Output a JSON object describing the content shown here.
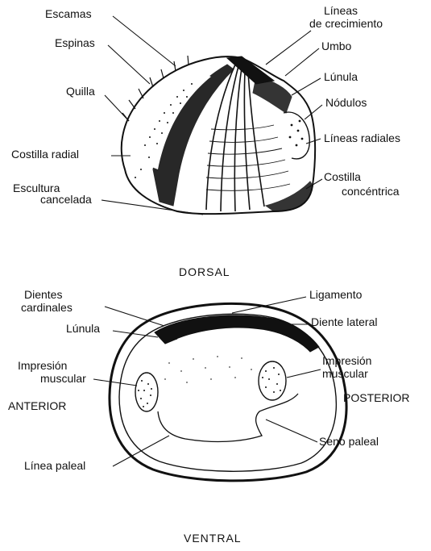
{
  "labels": {
    "escamas": "Escamas",
    "lineas_de": "Líneas",
    "lineas_crec": "de crecimiento",
    "espinas": "Espinas",
    "umbo": "Umbo",
    "quilla": "Quilla",
    "lunula_top": "Lúnula",
    "nodulos": "Nódulos",
    "lineas_radiales": "Líneas radiales",
    "costilla_radial": "Costilla radial",
    "escultura": "Escultura",
    "cancelada": "cancelada",
    "costilla": "Costilla",
    "concentrica": "concéntrica",
    "dorsal": "DORSAL",
    "dientes": "Dientes",
    "cardinales": "cardinales",
    "ligamento": "Ligamento",
    "lunula_bottom": "Lúnula",
    "diente_lateral": "Diente lateral",
    "impresion_l1": "Impresión",
    "impresion_l2": "muscular",
    "impresion_r1": "Impresión",
    "impresion_r2": "muscular",
    "anterior": "ANTERIOR",
    "posterior": "POSTERIOR",
    "seno_paleal": "Seno paleal",
    "linea_paleal": "Línea paleal",
    "ventral": "VENTRAL"
  },
  "colors": {
    "ink": "#111111",
    "paper": "#ffffff"
  }
}
